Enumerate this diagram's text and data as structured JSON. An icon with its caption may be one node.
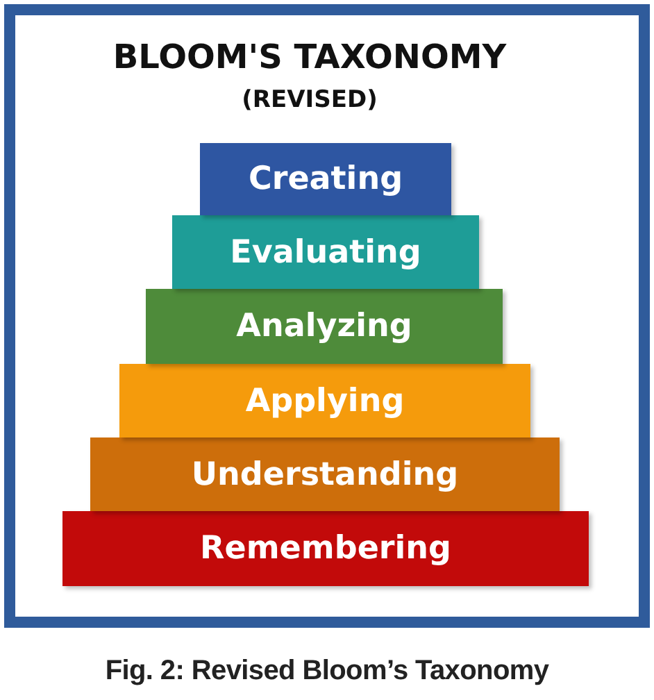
{
  "diagram": {
    "title": "BLOOM'S TAXONOMY",
    "nodes": [
      {
        "text": [
          "Creating"
        ]
      },
      {
        "text": [
          "Evaluating"
        ]
      },
      {
        "text": [
          "Analyzing"
        ]
      },
      {
        "text": [
          "Applying"
        ]
      },
      {
        "text": [
          "Understanding"
        ]
      },
      {
        "text": [
          "Remembering"
        ]
      }
    ],
    "labels": [
      "(REVISED)"
    ],
    "caption": "Fig. 2: Revised Bloom’s Taxonomy"
  }
}
